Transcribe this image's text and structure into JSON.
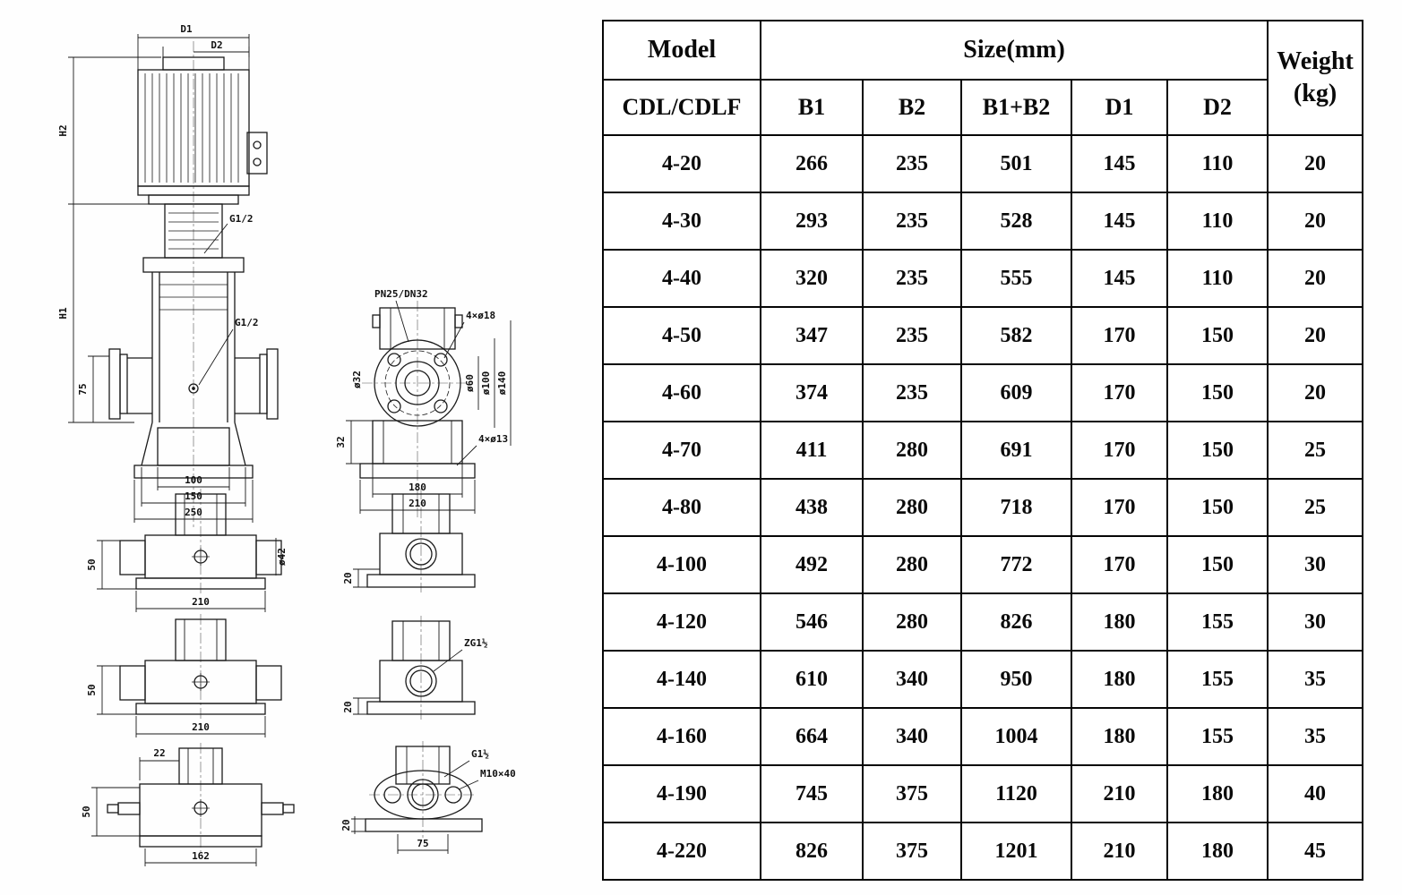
{
  "page": {
    "background": "#fefefe",
    "line_color": "#1a1a1a"
  },
  "drawing": {
    "front_view": {
      "dim_d1": "D1",
      "dim_d2": "D2",
      "dim_h2": "H2",
      "dim_h1": "H1",
      "port_top": "G1/2",
      "port_mid": "G1/2",
      "dim_75": "75",
      "dim_100": "100",
      "dim_150": "150",
      "dim_250": "250"
    },
    "top_view": {
      "flange_spec": "PN25/DN32",
      "bolt_holes": "4×ø18",
      "dia_32": "ø32",
      "dia_60": "ø60",
      "dia_100": "ø100",
      "dia_140": "ø140",
      "dim_32": "32",
      "dim_180": "180",
      "dim_210": "210",
      "base_holes": "4×ø13"
    },
    "base_view_1": {
      "dim_50": "50",
      "dim_210": "210",
      "dia_42": "ø42"
    },
    "side_view_1": {
      "dim_20": "20"
    },
    "base_view_2": {
      "dim_50": "50",
      "dim_210": "210"
    },
    "side_view_2": {
      "dim_20": "20",
      "thread": "ZG1½"
    },
    "base_view_3": {
      "dim_22": "22",
      "dim_50": "50",
      "dim_162": "162"
    },
    "side_view_3": {
      "thread": "G1½",
      "bolt": "M10×40",
      "dim_20": "20",
      "dim_75": "75"
    }
  },
  "table": {
    "header": {
      "model": "Model",
      "size": "Size(mm)",
      "weight_line1": "Weight",
      "weight_line2": "(kg)"
    },
    "sub_header": [
      "CDL/CDLF",
      "B1",
      "B2",
      "B1+B2",
      "D1",
      "D2"
    ],
    "rows": [
      [
        "4-20",
        "266",
        "235",
        "501",
        "145",
        "110",
        "20"
      ],
      [
        "4-30",
        "293",
        "235",
        "528",
        "145",
        "110",
        "20"
      ],
      [
        "4-40",
        "320",
        "235",
        "555",
        "145",
        "110",
        "20"
      ],
      [
        "4-50",
        "347",
        "235",
        "582",
        "170",
        "150",
        "20"
      ],
      [
        "4-60",
        "374",
        "235",
        "609",
        "170",
        "150",
        "20"
      ],
      [
        "4-70",
        "411",
        "280",
        "691",
        "170",
        "150",
        "25"
      ],
      [
        "4-80",
        "438",
        "280",
        "718",
        "170",
        "150",
        "25"
      ],
      [
        "4-100",
        "492",
        "280",
        "772",
        "170",
        "150",
        "30"
      ],
      [
        "4-120",
        "546",
        "280",
        "826",
        "180",
        "155",
        "30"
      ],
      [
        "4-140",
        "610",
        "340",
        "950",
        "180",
        "155",
        "35"
      ],
      [
        "4-160",
        "664",
        "340",
        "1004",
        "180",
        "155",
        "35"
      ],
      [
        "4-190",
        "745",
        "375",
        "1120",
        "210",
        "180",
        "40"
      ],
      [
        "4-220",
        "826",
        "375",
        "1201",
        "210",
        "180",
        "45"
      ]
    ]
  }
}
